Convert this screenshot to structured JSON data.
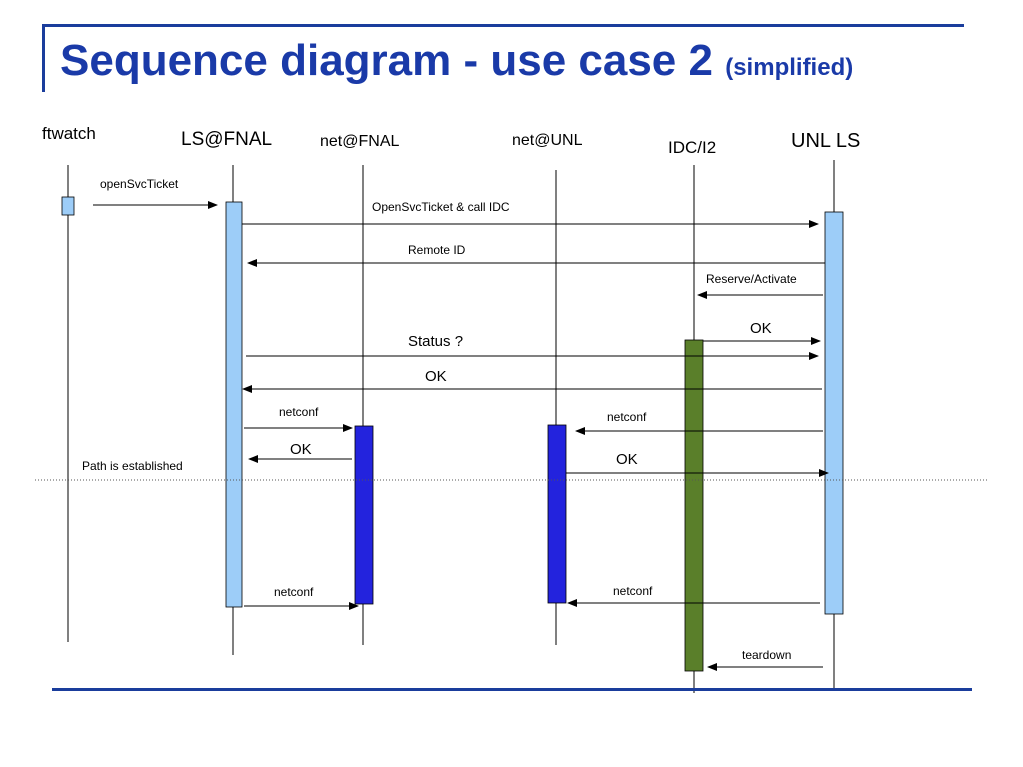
{
  "title": {
    "main": "Sequence diagram - use case 2",
    "sub": "(simplified)"
  },
  "colors": {
    "title_blue": "#1a3aa8",
    "activation_light": "#9dcdf8",
    "activation_blue": "#2323dd",
    "activation_green": "#5a7f2a",
    "rule_blue": "#1a3d9c"
  },
  "participants": [
    {
      "id": "ftwatch",
      "label": "ftwatch"
    },
    {
      "id": "lsfnal",
      "label": "LS@FNAL"
    },
    {
      "id": "netfnal",
      "label": "net@FNAL"
    },
    {
      "id": "netunl",
      "label": "net@UNL"
    },
    {
      "id": "idc",
      "label": "IDC/I2"
    },
    {
      "id": "unlls",
      "label": "UNL LS"
    }
  ],
  "messages": [
    {
      "from": "ftwatch",
      "to": "lsfnal",
      "label": "openSvcTicket"
    },
    {
      "from": "lsfnal",
      "to": "unlls",
      "label": "OpenSvcTicket & call IDC"
    },
    {
      "from": "unlls",
      "to": "lsfnal",
      "label": "Remote ID"
    },
    {
      "from": "unlls",
      "to": "idc",
      "label": "Reserve/Activate"
    },
    {
      "from": "idc",
      "to": "unlls",
      "label": "OK"
    },
    {
      "from": "lsfnal",
      "to": "unlls",
      "label": "Status ?"
    },
    {
      "from": "unlls",
      "to": "lsfnal",
      "label": "OK"
    },
    {
      "from": "lsfnal",
      "to": "netfnal",
      "label": "netconf"
    },
    {
      "from": "unlls",
      "to": "netunl",
      "label": "netconf"
    },
    {
      "from": "netfnal",
      "to": "lsfnal",
      "label": "OK"
    },
    {
      "from": "netunl",
      "to": "unlls",
      "label": "OK"
    },
    {
      "from": "lsfnal",
      "to": "netfnal",
      "label": "netconf"
    },
    {
      "from": "unlls",
      "to": "netunl",
      "label": "netconf"
    },
    {
      "from": "unlls",
      "to": "idc",
      "label": "teardown"
    }
  ],
  "annotation": "Path is established"
}
